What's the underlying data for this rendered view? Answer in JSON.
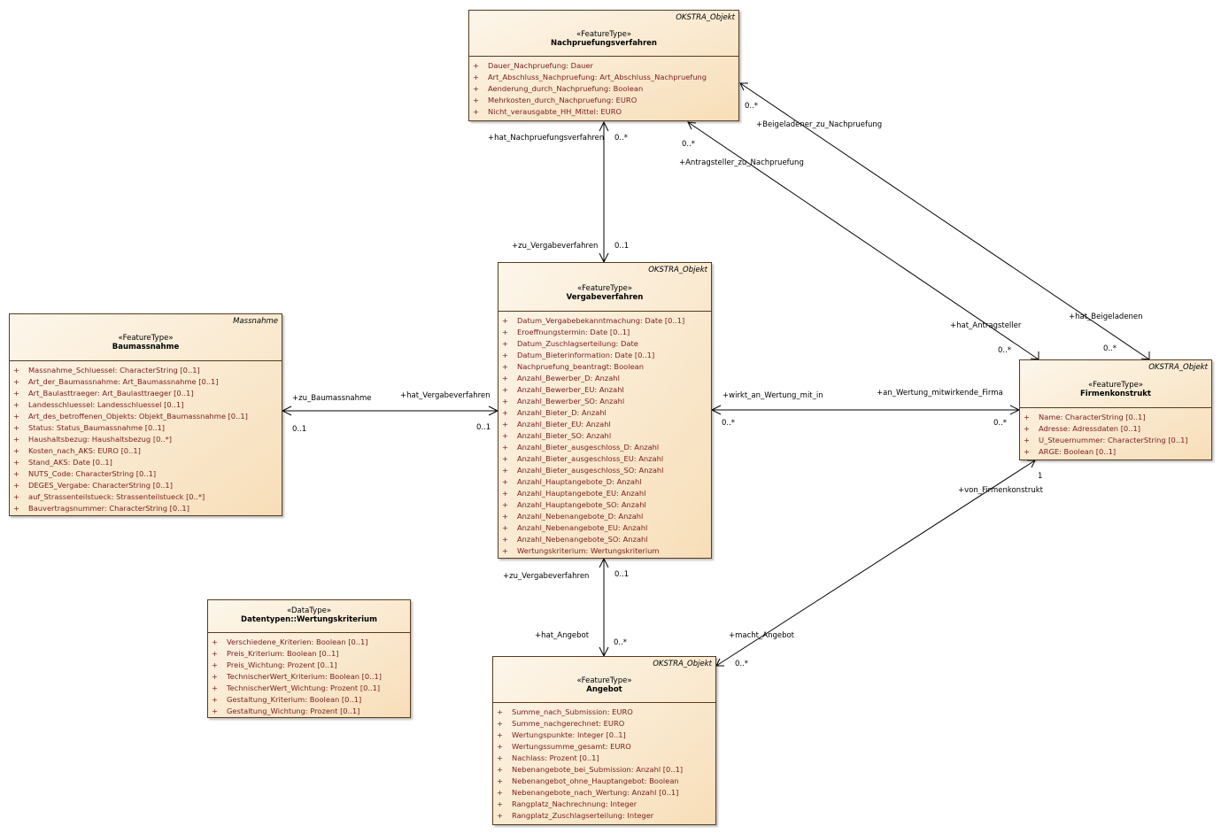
{
  "classes": {
    "nachpruefungsverfahren": {
      "parent": "OKSTRA_Objekt",
      "stereotype": "«FeatureType»",
      "name": "Nachpruefungsverfahren",
      "attributes": [
        {
          "vis": "+",
          "text": "Dauer_Nachpruefung: Dauer"
        },
        {
          "vis": "+",
          "text": "Art_Abschluss_Nachpruefung: Art_Abschluss_Nachpruefung"
        },
        {
          "vis": "+",
          "text": "Aenderung_durch_Nachpruefung: Boolean"
        },
        {
          "vis": "+",
          "text": "Mehrkosten_durch_Nachpruefung: EURO"
        },
        {
          "vis": "+",
          "text": "Nicht_verausgabte_HH_Mittel: EURO"
        }
      ]
    },
    "vergabeverfahren": {
      "parent": "OKSTRA_Objekt",
      "stereotype": "«FeatureType»",
      "name": "Vergabeverfahren",
      "attributes": [
        {
          "vis": "+",
          "text": "Datum_Vergabebekanntmachung: Date [0..1]"
        },
        {
          "vis": "+",
          "text": "Eroeffnungstermin: Date [0..1]"
        },
        {
          "vis": "+",
          "text": "Datum_Zuschlagserteilung: Date"
        },
        {
          "vis": "+",
          "text": "Datum_Bieterinformation: Date [0..1]"
        },
        {
          "vis": "+",
          "text": "Nachpruefung_beantragt: Boolean"
        },
        {
          "vis": "+",
          "text": "Anzahl_Bewerber_D: Anzahl"
        },
        {
          "vis": "+",
          "text": "Anzahl_Bewerber_EU: Anzahl"
        },
        {
          "vis": "+",
          "text": "Anzahl_Bewerber_SO: Anzahl"
        },
        {
          "vis": "+",
          "text": "Anzahl_Bieter_D: Anzahl"
        },
        {
          "vis": "+",
          "text": "Anzahl_Bieter_EU: Anzahl"
        },
        {
          "vis": "+",
          "text": "Anzahl_Bieter_SO: Anzahl"
        },
        {
          "vis": "+",
          "text": "Anzahl_Bieter_ausgeschloss_D: Anzahl"
        },
        {
          "vis": "+",
          "text": "Anzahl_Bieter_ausgeschloss_EU: Anzahl"
        },
        {
          "vis": "+",
          "text": "Anzahl_Bieter_ausgeschloss_SO: Anzahl"
        },
        {
          "vis": "+",
          "text": "Anzahl_Hauptangebote_D: Anzahl"
        },
        {
          "vis": "+",
          "text": "Anzahl_Hauptangebote_EU: Anzahl"
        },
        {
          "vis": "+",
          "text": "Anzahl_Hauptangebote_SO: Anzahl"
        },
        {
          "vis": "+",
          "text": "Anzahl_Nebenangebote_D: Anzahl"
        },
        {
          "vis": "+",
          "text": "Anzahl_Nebenangebote_EU: Anzahl"
        },
        {
          "vis": "+",
          "text": "Anzahl_Nebenangebote_SO: Anzahl"
        },
        {
          "vis": "+",
          "text": "Wertungskriterium: Wertungskriterium"
        }
      ]
    },
    "baumassnahme": {
      "parent": "Massnahme",
      "stereotype": "«FeatureType»",
      "name": "Baumassnahme",
      "attributes": [
        {
          "vis": "+",
          "text": "Massnahme_Schluessel: CharacterString [0..1]"
        },
        {
          "vis": "+",
          "text": "Art_der_Baumassnahme: Art_Baumassnahme [0..1]"
        },
        {
          "vis": "+",
          "text": "Art_Baulasttraeger: Art_Baulasttraeger [0..1]"
        },
        {
          "vis": "+",
          "text": "Landesschluessel: Landesschluessel [0..1]"
        },
        {
          "vis": "+",
          "text": "Art_des_betroffenen_Objekts: Objekt_Baumassnahme [0..1]"
        },
        {
          "vis": "+",
          "text": "Status: Status_Baumassnahme [0..1]"
        },
        {
          "vis": "+",
          "text": "Haushaltsbezug: Haushaltsbezug [0..*]"
        },
        {
          "vis": "+",
          "text": "Kosten_nach_AKS: EURO [0..1]"
        },
        {
          "vis": "+",
          "text": "Stand_AKS: Date [0..1]"
        },
        {
          "vis": "+",
          "text": "NUTS_Code: CharacterString [0..1]"
        },
        {
          "vis": "+",
          "text": "DEGES_Vergabe: CharacterString [0..1]"
        },
        {
          "vis": "+",
          "text": "auf_Strassenteilstueck: Strassenteilstueck [0..*]"
        },
        {
          "vis": "+",
          "text": "Bauvertragsnummer: CharacterString [0..1]"
        }
      ]
    },
    "firmenkonstrukt": {
      "parent": "OKSTRA_Objekt",
      "stereotype": "«FeatureType»",
      "name": "Firmenkonstrukt",
      "attributes": [
        {
          "vis": "+",
          "text": "Name: CharacterString [0..1]"
        },
        {
          "vis": "+",
          "text": "Adresse: Adressdaten [0..1]"
        },
        {
          "vis": "+",
          "text": "U_Steuernummer: CharacterString [0..1]"
        },
        {
          "vis": "+",
          "text": "ARGE: Boolean [0..1]"
        }
      ]
    },
    "wertungskriterium": {
      "parent": "",
      "stereotype": "«DataType»",
      "name": "Datentypen::Wertungskriterium",
      "attributes": [
        {
          "vis": "+",
          "text": "Verschiedene_Kriterien: Boolean [0..1]"
        },
        {
          "vis": "+",
          "text": "Preis_Kriterium: Boolean [0..1]"
        },
        {
          "vis": "+",
          "text": "Preis_Wichtung: Prozent [0..1]"
        },
        {
          "vis": "+",
          "text": "TechnischerWert_Kriterium: Boolean [0..1]"
        },
        {
          "vis": "+",
          "text": "TechnischerWert_Wichtung: Prozent [0..1]"
        },
        {
          "vis": "+",
          "text": "Gestaltung_Kriterium: Boolean [0..1]"
        },
        {
          "vis": "+",
          "text": "Gestaltung_Wichtung: Prozent [0..1]"
        }
      ]
    },
    "angebot": {
      "parent": "OKSTRA_Objekt",
      "stereotype": "«FeatureType»",
      "name": "Angebot",
      "attributes": [
        {
          "vis": "+",
          "text": "Summe_nach_Submission: EURO"
        },
        {
          "vis": "+",
          "text": "Summe_nachgerechnet: EURO"
        },
        {
          "vis": "+",
          "text": "Wertungspunkte: Integer [0..1]"
        },
        {
          "vis": "+",
          "text": "Wertungssumme_gesamt: EURO"
        },
        {
          "vis": "+",
          "text": "Nachlass: Prozent [0..1]"
        },
        {
          "vis": "+",
          "text": "Nebenangebote_bei_Submission: Anzahl [0..1]"
        },
        {
          "vis": "+",
          "text": "Nebenangebot_ohne_Hauptangebot: Boolean"
        },
        {
          "vis": "+",
          "text": "Nebenangebote_nach_Wertung: Anzahl [0..1]"
        },
        {
          "vis": "+",
          "text": "Rangplatz_Nachrechnung: Integer"
        },
        {
          "vis": "+",
          "text": "Rangplatz_Zuschlagserteilung: Integer"
        }
      ]
    }
  },
  "labels": {
    "hat_nachpruefungsverfahren": "+hat_Nachpruefungsverfahren",
    "np_mult_vv": "0..*",
    "zu_vergabeverfahren_top": "+zu_Vergabeverfahren",
    "vv_mult_np": "0..1",
    "beigeladener_zu_nachpruefung": "+Beigeladener_zu_Nachpruefung",
    "beig_mult_np": "0..*",
    "antragsteller_zu_nachpruefung": "+Antragsteller_zu_Nachpruefung",
    "antr_mult_np": "0..*",
    "hat_antragsteller": "+hat_Antragsteller",
    "antr_mult_fk": "0..*",
    "hat_beigeladenen": "+hat_Beigeladenen",
    "beig_mult_fk": "0..*",
    "zu_baumassnahme": "+zu_Baumassnahme",
    "bm_mult": "0..1",
    "hat_vergabeverfahren": "+hat_Vergabeverfahren",
    "vv_mult_bm": "0..1",
    "wirkt_an_wertung_mit_in": "+wirkt_an_Wertung_mit_in",
    "wirkt_mult": "0..*",
    "an_wertung_mitwirkende_firma": "+an_Wertung_mitwirkende_Firma",
    "firma_mult": "0..*",
    "von_firmenkonstrukt": "+von_Firmenkonstrukt",
    "fk_mult_one": "1",
    "zu_vergabeverfahren_bottom": "+zu_Vergabeverfahren",
    "vv_mult_ang": "0..1",
    "hat_angebot": "+hat_Angebot",
    "ang_mult": "0..*",
    "macht_angebot": "+macht_Angebot",
    "macht_mult": "0..*"
  }
}
